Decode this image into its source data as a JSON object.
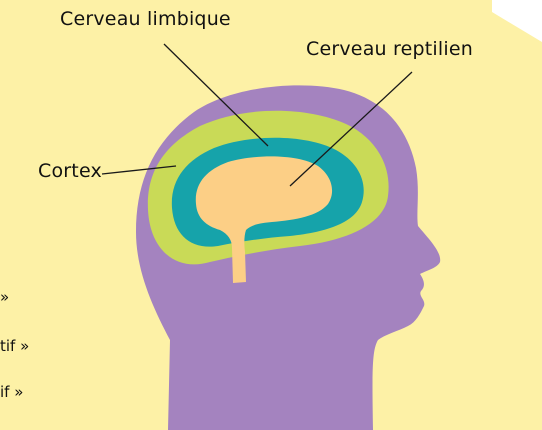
{
  "labels": {
    "limbic": "Cerveau limbique",
    "reptilian": "Cerveau reptilien",
    "cortex": "Cortex"
  },
  "side_text": {
    "line1": "»",
    "line2": "tif »",
    "line3": "if »"
  },
  "colors": {
    "background_page": "#ffffff",
    "panel": "#fdf1a6",
    "head": "#a483bf",
    "cortex": "#c9da57",
    "limbic": "#16a3aa",
    "reptilian": "#fccf86",
    "leader_line": "#1a1a1a"
  }
}
